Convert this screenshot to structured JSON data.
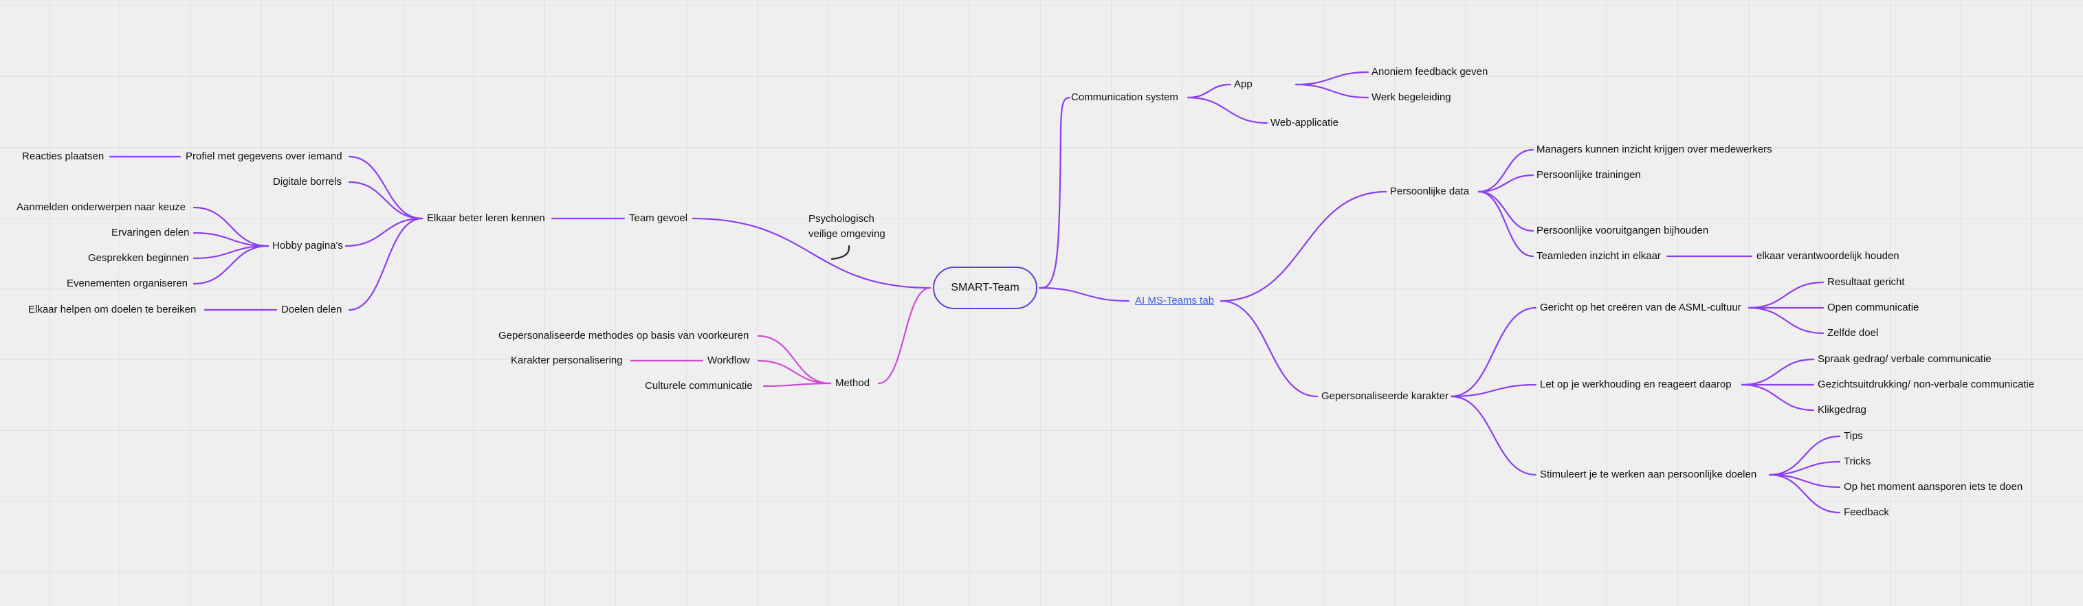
{
  "colors": {
    "purple": "#8a3ff0",
    "magenta": "#d04bd6",
    "center_border": "#5b43d6",
    "link": "#3b5bdb"
  },
  "center": {
    "label": "SMART-Team"
  },
  "annotation": {
    "line1": "Psychologisch",
    "line2": "veilige omgeving"
  },
  "nodes": {
    "communication_system": "Communication system",
    "app": "App",
    "anoniem_feedback": "Anoniem feedback geven",
    "werk_begeleiding": "Werk begeleiding",
    "web_applicatie": "Web-applicatie",
    "ai_ms_teams_tab": "AI  MS-Teams tab",
    "persoonlijke_data": "Persoonlijke data",
    "managers_inzicht": "Managers kunnen inzicht krijgen over medewerkers",
    "persoonlijke_trainingen": "Persoonlijke trainingen",
    "persoonlijke_vooruitgangen": "Persoonlijke vooruitgangen bijhouden",
    "teamleden_inzicht": "Teamleden inzicht in elkaar",
    "elkaar_verantwoordelijk": "elkaar verantwoordelijk houden",
    "gepersonaliseerde_karakter": "Gepersonaliseerde karakter",
    "asml_cultuur": "Gericht op het creëren van de ASML-cultuur",
    "resultaat_gericht": "Resultaat gericht",
    "open_communicatie": "Open communicatie",
    "zelfde_doel": "Zelfde doel",
    "werkhouding": "Let op je werkhouding en reageert daarop",
    "spraak_gedrag": "Spraak gedrag/ verbale communicatie",
    "gezichtsuitdrukking": "Gezichtsuitdrukking/ non-verbale communicatie",
    "klikgedrag": "Klikgedrag",
    "stimuleert": "Stimuleert je te werken aan persoonlijke doelen",
    "tips": "Tips",
    "tricks": "Tricks",
    "aansporen": "Op het moment aansporen iets te doen",
    "feedback": "Feedback",
    "team_gevoel": "Team gevoel",
    "elkaar_leren_kennen": "Elkaar beter leren kennen",
    "profiel": "Profiel met gegevens over iemand",
    "reacties_plaatsen": "Reacties plaatsen",
    "digitale_borrels": "Digitale borrels",
    "hobby_paginas": "Hobby pagina's",
    "aanmelden_onderwerpen": "Aanmelden onderwerpen naar keuze",
    "ervaringen_delen": "Ervaringen delen",
    "gesprekken_beginnen": "Gesprekken beginnen",
    "evenementen_organiseren": "Evenementen organiseren",
    "doelen_delen": "Doelen delen",
    "elkaar_helpen": "Elkaar helpen om doelen te bereiken",
    "method": "Method",
    "gepersonaliseerde_methodes": "Gepersonaliseerde methodes op basis van voorkeuren",
    "workflow": "Workflow",
    "karakter_personalisering": "Karakter personalisering",
    "culturele_communicatie": "Culturele  communicatie"
  }
}
